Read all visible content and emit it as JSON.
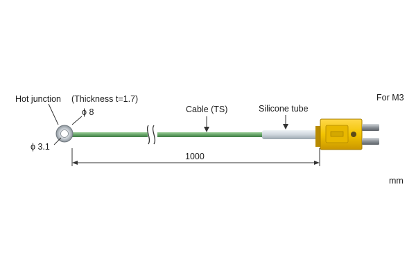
{
  "labels": {
    "hot_junction": "Hot junction",
    "thickness": "(Thickness t=1.7)",
    "phi_8": "ϕ 8",
    "phi_3_1": "ϕ 3.1",
    "cable": "Cable (TS)",
    "silicone_tube": "Silicone tube",
    "for_m3": "For M3",
    "length": "1000",
    "unit": "mm"
  },
  "colors": {
    "cable_green": "#6aa86c",
    "tube_grey": "#cdd5dc",
    "connector_yellow": "#f2c400",
    "pin_silver": "#9aa0a6",
    "line": "#333333"
  }
}
